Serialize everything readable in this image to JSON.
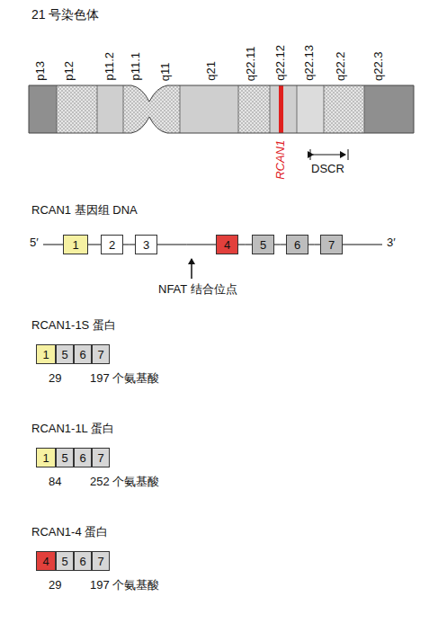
{
  "diagram": {
    "title": "21 号染色体",
    "nodes": [
      {
        "text": [
          "1"
        ]
      },
      {
        "text": [
          "2"
        ]
      },
      {
        "text": [
          "3"
        ]
      },
      {
        "text": [
          "4"
        ]
      },
      {
        "text": [
          "5"
        ]
      },
      {
        "text": [
          "6"
        ]
      },
      {
        "text": [
          "7"
        ]
      },
      {
        "text": [
          "1"
        ]
      },
      {
        "text": [
          "5"
        ]
      },
      {
        "text": [
          "6"
        ]
      },
      {
        "text": [
          "7"
        ]
      },
      {
        "text": [
          "1"
        ]
      },
      {
        "text": [
          "5"
        ]
      },
      {
        "text": [
          "6"
        ]
      },
      {
        "text": [
          "7"
        ]
      },
      {
        "text": [
          "4"
        ]
      },
      {
        "text": [
          "5"
        ]
      },
      {
        "text": [
          "6"
        ]
      },
      {
        "text": [
          "7"
        ]
      }
    ],
    "edges": [
      {
        "from": 0,
        "to": 1,
        "arrow": "none"
      },
      {
        "from": 1,
        "to": 2,
        "arrow": "none"
      },
      {
        "from": 2,
        "to": 3,
        "arrow": "none"
      },
      {
        "from": 3,
        "to": 4,
        "arrow": "none"
      },
      {
        "from": 4,
        "to": 5,
        "arrow": "none"
      },
      {
        "from": 5,
        "to": 6,
        "arrow": "none"
      }
    ],
    "labels": [
      "p13",
      "p12",
      "p11.2",
      "p11.1",
      "q11",
      "q21",
      "q22.11",
      "q22.12",
      "q22.13",
      "q22.2",
      "q22.3",
      "RCAN1",
      "DSCR",
      "RCAN1 基因组 DNA",
      "5′",
      "3′",
      "NFAT 结合位点",
      "RCAN1-1S 蛋白",
      "29",
      "197 个氨基酸",
      "RCAN1-1L 蛋白",
      "84",
      "252 个氨基酸",
      "RCAN1-4 蛋白",
      "29",
      "197 个氨基酸"
    ]
  }
}
